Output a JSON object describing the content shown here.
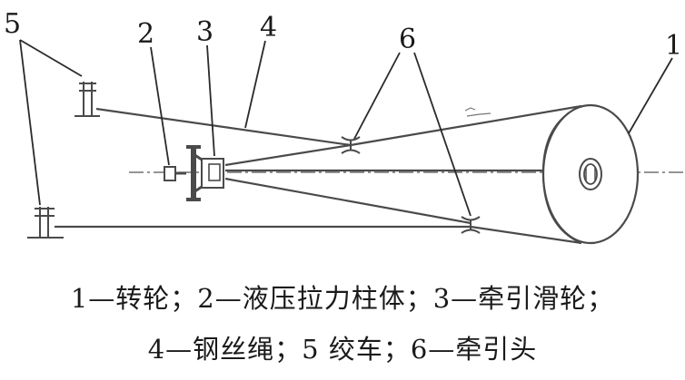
{
  "labels": {
    "turning_wheel": "1",
    "hydraulic_cylinder": "2",
    "traction_pulley": "3",
    "wire_rope": "4",
    "winch": "5",
    "traction_head": "6"
  },
  "caption": {
    "line1": "1—转轮；2—液压拉力柱体；3—牵引滑轮；",
    "line2": "4—钢丝绳；5 绞车；6—牵引头"
  }
}
